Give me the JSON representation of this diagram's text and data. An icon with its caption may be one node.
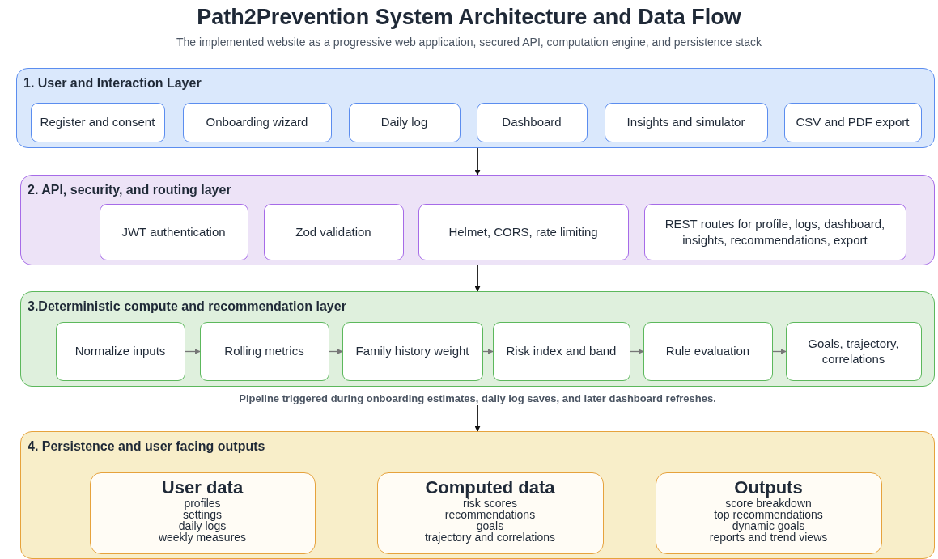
{
  "diagram": {
    "title": "Path2Prevention System Architecture and Data Flow",
    "caption": "The implemented website as a progressive web application, secured API, computation engine, and persistence stack",
    "nodes": [
      {
        "text": [
          "1. User and Interaction Layer"
        ]
      },
      {
        "text": [
          "Register and consent"
        ],
        "in": 0
      },
      {
        "text": [
          "Onboarding wizard"
        ],
        "in": 0
      },
      {
        "text": [
          "Daily log"
        ],
        "in": 0
      },
      {
        "text": [
          "Dashboard"
        ],
        "in": 0
      },
      {
        "text": [
          "Insights and simulator"
        ],
        "in": 0
      },
      {
        "text": [
          "CSV and PDF export"
        ],
        "in": 0
      },
      {
        "text": [
          "2. API, security, and routing layer"
        ]
      },
      {
        "text": [
          "JWT authentication"
        ],
        "in": 7
      },
      {
        "text": [
          "Zod validation"
        ],
        "in": 7
      },
      {
        "text": [
          "Helmet, CORS, rate limiting"
        ],
        "in": 7
      },
      {
        "text": [
          "REST routes for profile, logs, dashboard, insights, recommendations, export"
        ],
        "in": 7
      },
      {
        "text": [
          "3.Deterministic compute and recommendation layer"
        ]
      },
      {
        "text": [
          "Normalize inputs"
        ],
        "in": 12
      },
      {
        "text": [
          "Rolling metrics"
        ],
        "in": 12
      },
      {
        "text": [
          "Family history weight"
        ],
        "in": 12
      },
      {
        "text": [
          "Risk index and band"
        ],
        "in": 12
      },
      {
        "text": [
          "Rule evaluation"
        ],
        "in": 12
      },
      {
        "text": [
          "Goals, trajectory, correlations"
        ],
        "in": 12
      },
      {
        "text": [
          "Pipeline triggered during onboarding estimates, daily log saves, and later dashboard refreshes."
        ]
      },
      {
        "text": [
          "4. Persistence and user facing outputs"
        ]
      },
      {
        "text": [
          "User data",
          "profiles",
          "settings",
          "daily logs",
          "weekly measures"
        ],
        "in": 20
      },
      {
        "text": [
          "Computed data",
          "risk scores",
          "recommendations",
          "goals",
          "trajectory and correlations"
        ],
        "in": 20
      },
      {
        "text": [
          "Outputs",
          "score breakdown",
          "top recommendations",
          "dynamic goals",
          "reports and trend views"
        ],
        "in": 20
      }
    ],
    "edges": [
      {
        "from": 0,
        "to": 7,
        "arrow": "to",
        "color": "#111111"
      },
      {
        "from": 7,
        "to": 12,
        "arrow": "to",
        "color": "#111111"
      },
      {
        "from": 19,
        "to": 20,
        "arrow": "to",
        "color": "#111111"
      },
      {
        "from": 13,
        "to": 14,
        "arrow": "to"
      },
      {
        "from": 14,
        "to": 15,
        "arrow": "to"
      },
      {
        "from": 15,
        "to": 16,
        "arrow": "to"
      },
      {
        "from": 16,
        "to": 17,
        "arrow": "to"
      },
      {
        "from": 17,
        "to": 18,
        "arrow": "to"
      }
    ]
  }
}
